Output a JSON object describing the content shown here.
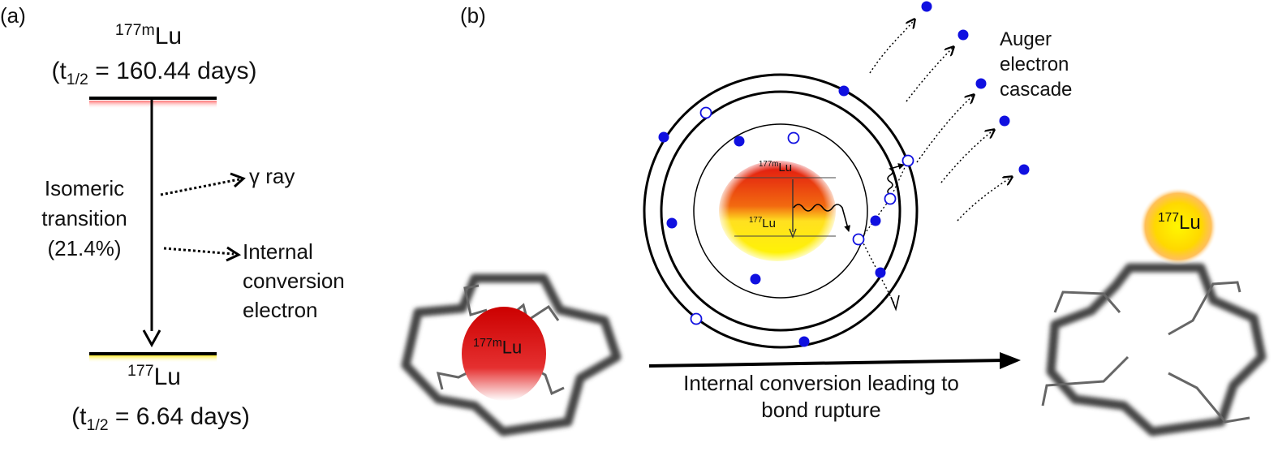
{
  "panel_a": {
    "label": "(a)",
    "parent": {
      "sup": "177m",
      "element": "Lu",
      "half_life_prefix": "(t",
      "half_life_sub": "1/2",
      "half_life_value": " = 160.44 days)"
    },
    "transition": {
      "line1": "Isomeric",
      "line2": "transition",
      "line3": "(21.4%)"
    },
    "gamma": "γ ray",
    "ice": {
      "line1": "Internal",
      "line2": "conversion",
      "line3": "electron"
    },
    "daughter": {
      "sup": "177",
      "element": "Lu",
      "half_life_prefix": "(t",
      "half_life_sub": "1/2",
      "half_life_value": " = 6.64 days)"
    }
  },
  "panel_b": {
    "label": "(b)",
    "auger": {
      "line1": "Auger",
      "line2": "electron",
      "line3": "cascade"
    },
    "atom_parent": {
      "sup": "177m",
      "element": "Lu"
    },
    "atom_daughter": {
      "sup": "177",
      "element": "Lu"
    },
    "chelate_label": {
      "sup": "177m",
      "element": "Lu"
    },
    "released_label": {
      "sup": "177",
      "element": "Lu"
    },
    "arrow_caption": {
      "line1": "Internal conversion leading to",
      "line2": "bond rupture"
    }
  },
  "colors": {
    "electron": "#1010e0",
    "parent_glow": "#e21a1a",
    "daughter_glow": "#ffe600",
    "chelate": "#555555"
  }
}
